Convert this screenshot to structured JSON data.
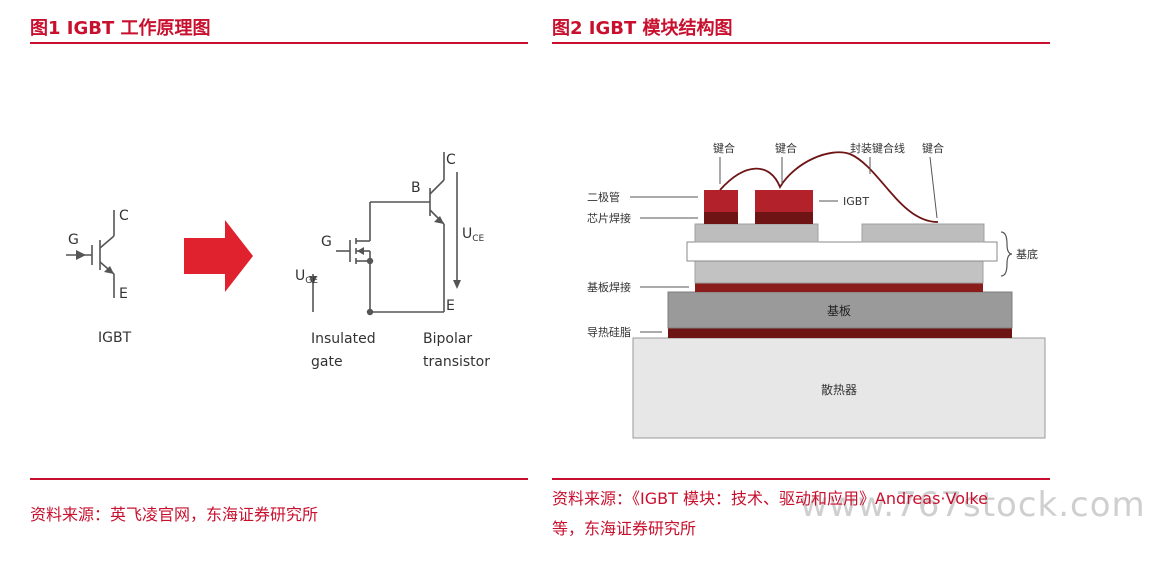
{
  "fig1": {
    "title": "图1  IGBT 工作原理图",
    "source": "资料来源：英飞凌官网，东海证券研究所",
    "symbol": {
      "gate": "G",
      "collector": "C",
      "emitter": "E",
      "caption": "IGBT"
    },
    "equivalent": {
      "gate": "G",
      "base": "B",
      "collector": "C",
      "emitter": "E",
      "uce_main": "U",
      "uce_sub": "CE",
      "uge_main": "U",
      "uge_sub": "GE",
      "label_insulated_1": "Insulated",
      "label_insulated_2": "gate",
      "label_bipolar_1": "Bipolar",
      "label_bipolar_2": "transistor"
    },
    "arrow_color": "#e0212e"
  },
  "fig2": {
    "title": "图2  IGBT 模块结构图",
    "source_line1": "资料来源：《IGBT 模块：技术、驱动和应用》Andreas·Volke",
    "source_line2": "等，东海证券研究所",
    "labels": {
      "bond1": "键合",
      "bond2": "键合",
      "package_wire": "封装键合线",
      "bond3": "键合",
      "diode": "二极管",
      "chip_solder": "芯片焊接",
      "igbt": "IGBT",
      "substrate": "基底",
      "substrate_solder": "基板焊接",
      "baseplate": "基板",
      "thermal_grease": "导热硅脂",
      "heatsink": "散热器"
    }
  },
  "watermark": "www.767stock.com",
  "colors": {
    "accent": "#c8102e",
    "chip": "#b3222b",
    "dark_red": "#6e1414"
  }
}
